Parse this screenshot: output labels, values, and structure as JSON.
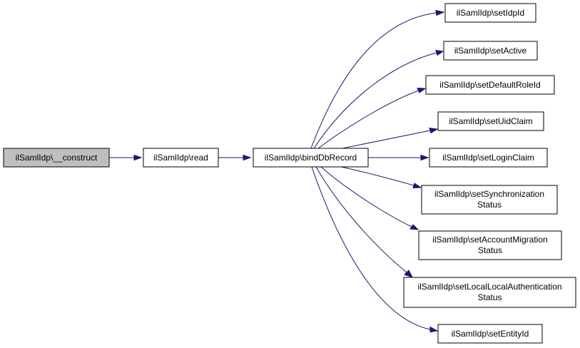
{
  "nodes": {
    "construct": {
      "lines": [
        "ilSamlIdp\\__construct"
      ]
    },
    "read": {
      "lines": [
        "ilSamlIdp\\read"
      ]
    },
    "bindDbRecord": {
      "lines": [
        "ilSamlIdp\\bindDbRecord"
      ]
    },
    "setIdpId": {
      "lines": [
        "ilSamlIdp\\setIdpId"
      ]
    },
    "setActive": {
      "lines": [
        "ilSamlIdp\\setActive"
      ]
    },
    "setDefaultRoleId": {
      "lines": [
        "ilSamlIdp\\setDefaultRoleId"
      ]
    },
    "setUidClaim": {
      "lines": [
        "ilSamlIdp\\setUidClaim"
      ]
    },
    "setLoginClaim": {
      "lines": [
        "ilSamlIdp\\setLoginClaim"
      ]
    },
    "setSynchronizationStatus": {
      "lines": [
        "ilSamlIdp\\setSynchronization",
        "Status"
      ]
    },
    "setAccountMigrationStatus": {
      "lines": [
        "ilSamlIdp\\setAccountMigration",
        "Status"
      ]
    },
    "setLocalLocalAuthenticationStatus": {
      "lines": [
        "ilSamlIdp\\setLocalLocalAuthentication",
        "Status"
      ]
    },
    "setEntityId": {
      "lines": [
        "ilSamlIdp\\setEntityId"
      ]
    }
  },
  "current_node": "construct",
  "edge_color": "#191970",
  "current_node_fill": "#bfbfbf"
}
